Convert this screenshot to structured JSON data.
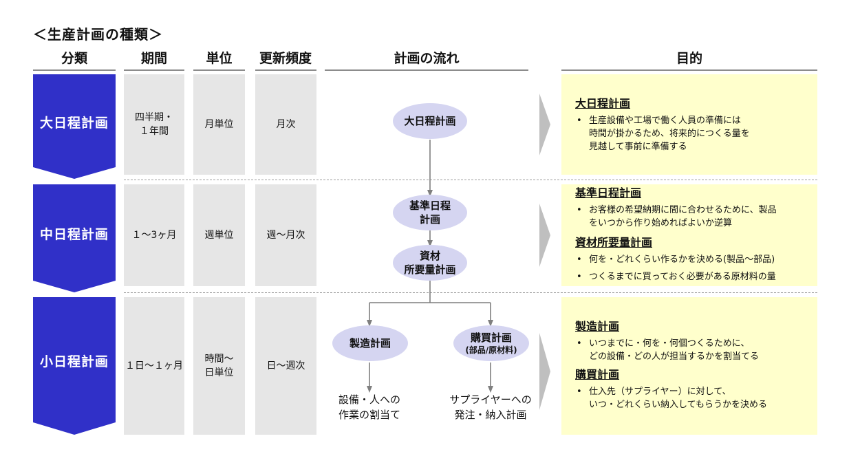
{
  "title": "＜生産計画の種類＞",
  "headers": {
    "category": "分類",
    "period": "期間",
    "unit": "単位",
    "frequency": "更新頻度",
    "flow": "計画の流れ",
    "purpose": "目的"
  },
  "rows": [
    {
      "category": "大日程計画",
      "period": "四半期・\n１年間",
      "unit": "月単位",
      "frequency": "月次"
    },
    {
      "category": "中日程計画",
      "period": "１～3ヶ月",
      "unit": "週単位",
      "frequency": "週～月次"
    },
    {
      "category": "小日程計画",
      "period": "１日～１ヶ月",
      "unit": "時間～\n日単位",
      "frequency": "日～週次"
    }
  ],
  "flow": {
    "long_plan": "大日程計画",
    "base_plan": "基準日程\n計画",
    "mrp": "資材\n所要量計画",
    "manufacturing": "製造計画",
    "purchasing": "購買計画",
    "purchasing_sub": "(部品/原材料)",
    "manufacturing_output": "設備・人への\n作業の割当て",
    "purchasing_output": "サプライヤーへの\n発注・納入計画"
  },
  "purposes": [
    {
      "blocks": [
        {
          "heading": "大日程計画",
          "items": [
            "生産設備や工場で働く人員の準備には\n時間が掛かるため、将来的につくる量を\n見越して事前に準備する"
          ]
        }
      ]
    },
    {
      "blocks": [
        {
          "heading": "基準日程計画",
          "items": [
            "お客様の希望納期に間に合わせるために、製品\nをいつから作り始めればよいか逆算"
          ]
        },
        {
          "heading": "資材所要量計画",
          "items": [
            "何を・どれくらい作るかを決める(製品～部品)",
            "つくるまでに買っておく必要がある原材料の量"
          ]
        }
      ]
    },
    {
      "blocks": [
        {
          "heading": "製造計画",
          "items": [
            "いつまでに・何を・何個つくるために、\nどの設備・どの人が担当するかを割当てる"
          ]
        },
        {
          "heading": "購買計画",
          "items": [
            "仕入先（サプライヤー）に対して、\nいつ・どれくらい納入してもらうかを決める"
          ]
        }
      ]
    }
  ],
  "colors": {
    "category_fill": "#3030c8",
    "ellipse_fill": "#d5d5f1",
    "purpose_fill": "#ffffcc",
    "gray_cell": "#e6e6e6",
    "chevron": "#bfbfbf"
  }
}
